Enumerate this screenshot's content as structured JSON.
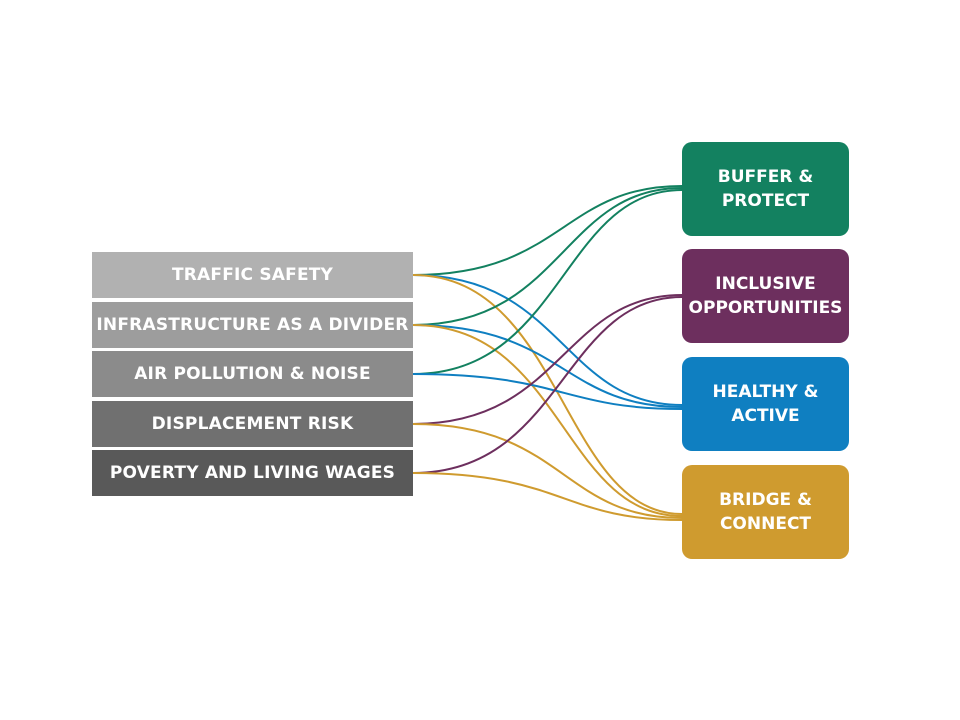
{
  "left_items": [
    {
      "id": "traffic-safety",
      "label": "TRAFFIC SAFETY"
    },
    {
      "id": "infrastructure",
      "label": "INFRASTRUCTURE AS A DIVIDER"
    },
    {
      "id": "air-pollution",
      "label": "AIR POLLUTION & NOISE"
    },
    {
      "id": "displacement",
      "label": "DISPLACEMENT RISK"
    },
    {
      "id": "poverty",
      "label": "POVERTY AND LIVING WAGES"
    }
  ],
  "right_items": [
    {
      "id": "buffer",
      "label": "BUFFER &\nPROTECT",
      "color": "#138160"
    },
    {
      "id": "inclusive",
      "label": "INCLUSIVE\nOPPORTUNITIES",
      "color": "#6d2f5e"
    },
    {
      "id": "healthy",
      "label": "HEALTHY &\nACTIVE",
      "color": "#0f7fc1"
    },
    {
      "id": "bridge",
      "label": "BRIDGE &\nCONNECT",
      "color": "#cf9b2f"
    }
  ],
  "connections": [
    {
      "from": "traffic-safety",
      "to": "buffer"
    },
    {
      "from": "traffic-safety",
      "to": "healthy"
    },
    {
      "from": "traffic-safety",
      "to": "bridge"
    },
    {
      "from": "infrastructure",
      "to": "buffer"
    },
    {
      "from": "infrastructure",
      "to": "healthy"
    },
    {
      "from": "infrastructure",
      "to": "bridge"
    },
    {
      "from": "air-pollution",
      "to": "buffer"
    },
    {
      "from": "air-pollution",
      "to": "healthy"
    },
    {
      "from": "displacement",
      "to": "inclusive"
    },
    {
      "from": "displacement",
      "to": "bridge"
    },
    {
      "from": "poverty",
      "to": "inclusive"
    },
    {
      "from": "poverty",
      "to": "bridge"
    }
  ]
}
